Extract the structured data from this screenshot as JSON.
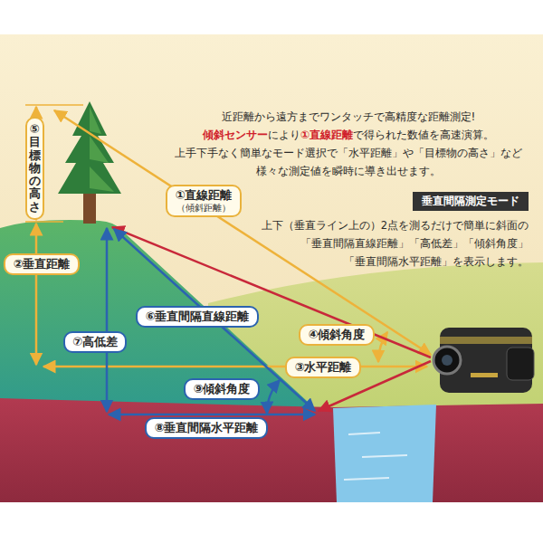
{
  "diagram": {
    "nodes": [
      {
        "text": [
          "①直線距離",
          "（傾斜距離）"
        ]
      },
      {
        "text": [
          "②垂直距離"
        ]
      },
      {
        "text": [
          "③水平距離"
        ]
      },
      {
        "text": [
          "④傾斜角度"
        ]
      },
      {
        "text": [
          "⑤目標物の高さ"
        ]
      },
      {
        "text": [
          "⑥垂直間隔直線距離"
        ]
      },
      {
        "text": [
          "⑦高低差"
        ]
      },
      {
        "text": [
          "⑧垂直間隔水平距離"
        ]
      },
      {
        "text": [
          "⑨傾斜角度"
        ]
      },
      {
        "text": [
          "垂直間隔測定モード"
        ]
      }
    ],
    "labels": [
      "近距離から遠方までワンタッチで高精度な距離測定!",
      "傾斜センサー",
      "により",
      "①直線距離",
      "で得られた数値を高速演算。",
      "上手下手なく簡単なモード選択で「水平距離」や「目標物の高さ」など",
      "様々な測定値を瞬時に導き出せます。",
      "上下（垂直ライン上の）2点を測るだけで簡単に斜面の",
      "「垂直間隔直線距離」「高低差」「傾斜角度」",
      "「垂直間隔水平距離」を表示します。"
    ]
  }
}
